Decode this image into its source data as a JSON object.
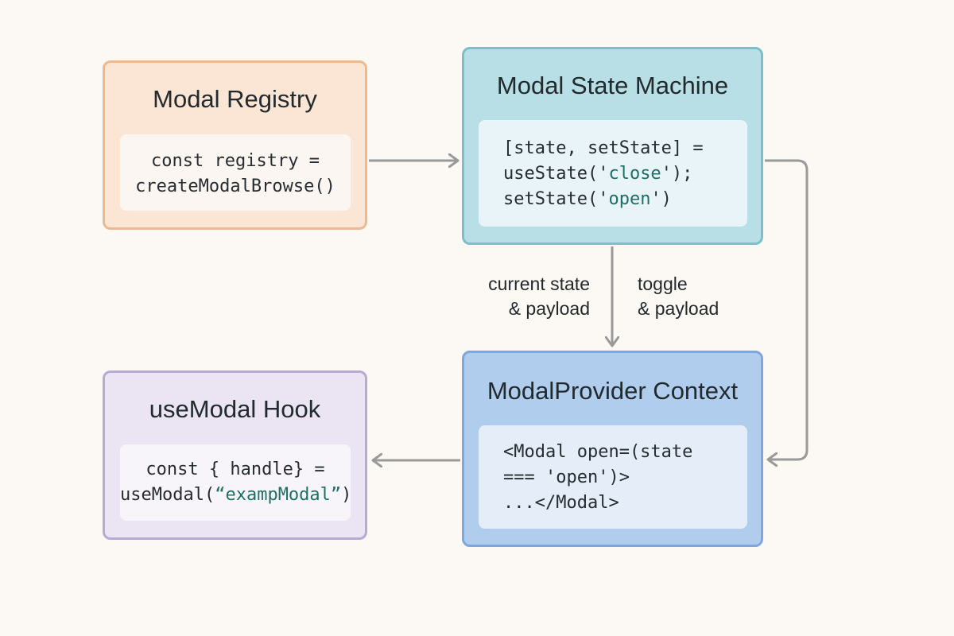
{
  "registry": {
    "title": "Modal Registry",
    "code": [
      "const registry =",
      "createModalBrowse()"
    ]
  },
  "state_machine": {
    "title": "Modal State Machine",
    "code": {
      "line1": "[state, setState] =",
      "line2_pre": "useState('",
      "line2_str": "close",
      "line2_post": "');",
      "line3_pre": "setState('",
      "line3_str": "open",
      "line3_post": "')"
    }
  },
  "provider": {
    "title": "ModalProvider Context",
    "code": [
      "<Modal open=(state",
      "=== 'open')>",
      "...</Modal>"
    ]
  },
  "hook": {
    "title": "useModal Hook",
    "code": {
      "line1": "const { handle} =",
      "line2_pre": "useModal(",
      "line2_str": "“exampModal”",
      "line2_post": ")"
    }
  },
  "edges": {
    "state_to_provider_label": [
      "current state",
      "& payload"
    ],
    "provider_to_state_label": [
      "toggle",
      "& payload"
    ]
  },
  "colors": {
    "background": "#fcf8f3",
    "registry": "#fbe6d6",
    "state_machine": "#b7dfe5",
    "provider": "#b0cdee",
    "hook": "#ebe5f3",
    "arrow": "#9a9a9a",
    "string": "#1f6f66"
  }
}
